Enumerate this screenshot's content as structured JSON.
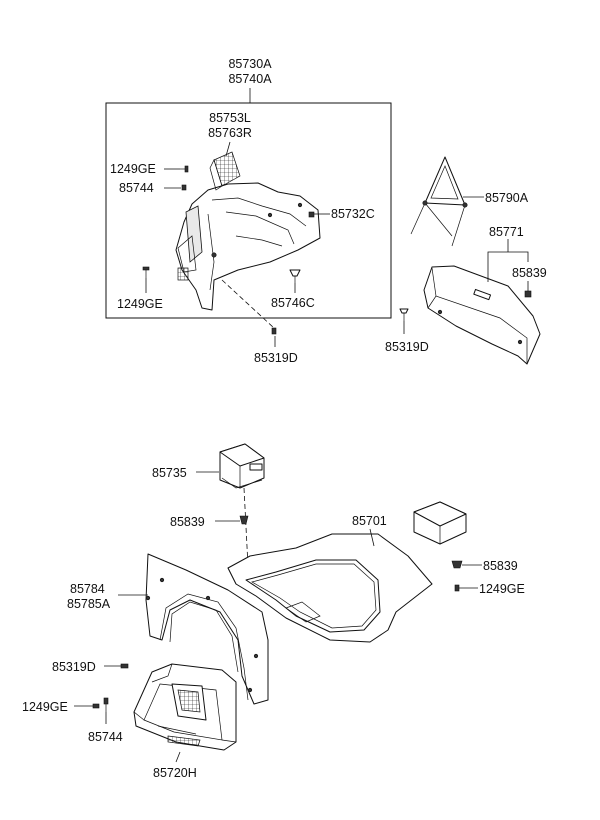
{
  "labels": {
    "p85730A": "85730A",
    "p85740A": "85740A",
    "p85753L": "85753L",
    "p85763R": "85763R",
    "p1249GE_a": "1249GE",
    "p85744_a": "85744",
    "p85732C": "85732C",
    "p1249GE_b": "1249GE",
    "p85746C": "85746C",
    "p85319D_a": "85319D",
    "p85790A": "85790A",
    "p85771": "85771",
    "p85839_a": "85839",
    "p85319D_b": "85319D",
    "p85735": "85735",
    "p85839_b": "85839",
    "p85701": "85701",
    "p85839_c": "85839",
    "p1249GE_c": "1249GE",
    "p85784": "85784",
    "p85785A": "85785A",
    "p85319D_c": "85319D",
    "p1249GE_d": "1249GE",
    "p85744_b": "85744",
    "p85720H": "85720H"
  }
}
